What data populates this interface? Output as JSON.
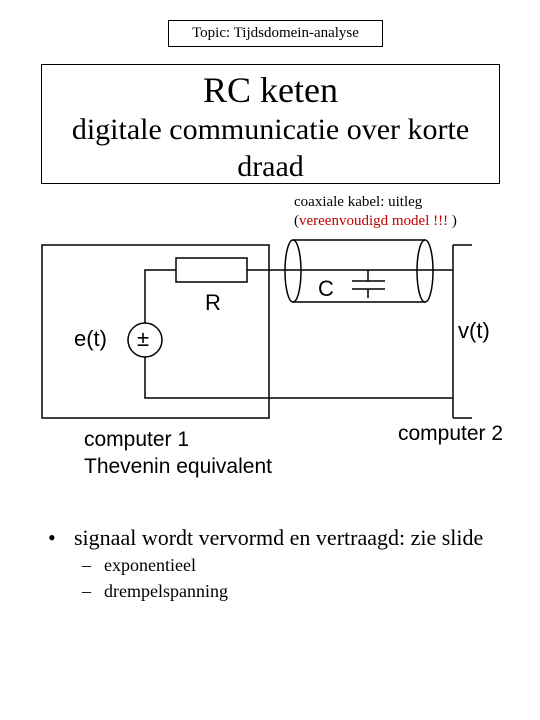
{
  "topic": "Topic: Tijdsdomein-analyse",
  "title": {
    "line1": "RC keten",
    "line2": "digitale communicatie over korte",
    "line3": "draad"
  },
  "note": {
    "line1": "coaxiale kabel: uitleg",
    "line2_open": "(",
    "line2_red": "vereenvoudigd model !!!",
    "line2_close": " )"
  },
  "circuit": {
    "r_label": "R",
    "c_label": "C",
    "source_label": "e(t)",
    "source_symbol": "±",
    "output_label": "v(t)",
    "computer1_line1": "computer 1",
    "computer1_line2": "Thevenin equivalent",
    "computer2": "computer 2"
  },
  "bullets": {
    "main": "signaal wordt vervormd en vertraagd: zie slide",
    "sub": [
      "exponentieel",
      "drempelspanning"
    ]
  },
  "colors": {
    "accent_red": "#c00000"
  }
}
